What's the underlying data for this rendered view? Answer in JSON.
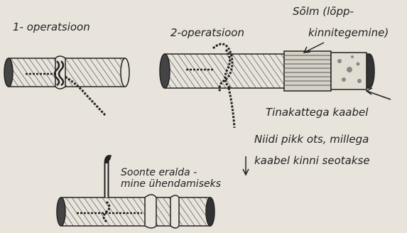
{
  "labels": {
    "op1": "1- operatsioon",
    "op2": "2-operatsioon",
    "knot_line1": "Sõlm (lõpp-",
    "knot_line2": "kinnitegemine)",
    "tin_cable": "Tinakattega kaabel",
    "thread_line1": "Niidi pikk ots, millega",
    "thread_line2": "kaabel kinni seotakse",
    "sep_line1": "Soonte eralda -",
    "sep_line2": "mine ühendamiseks"
  }
}
